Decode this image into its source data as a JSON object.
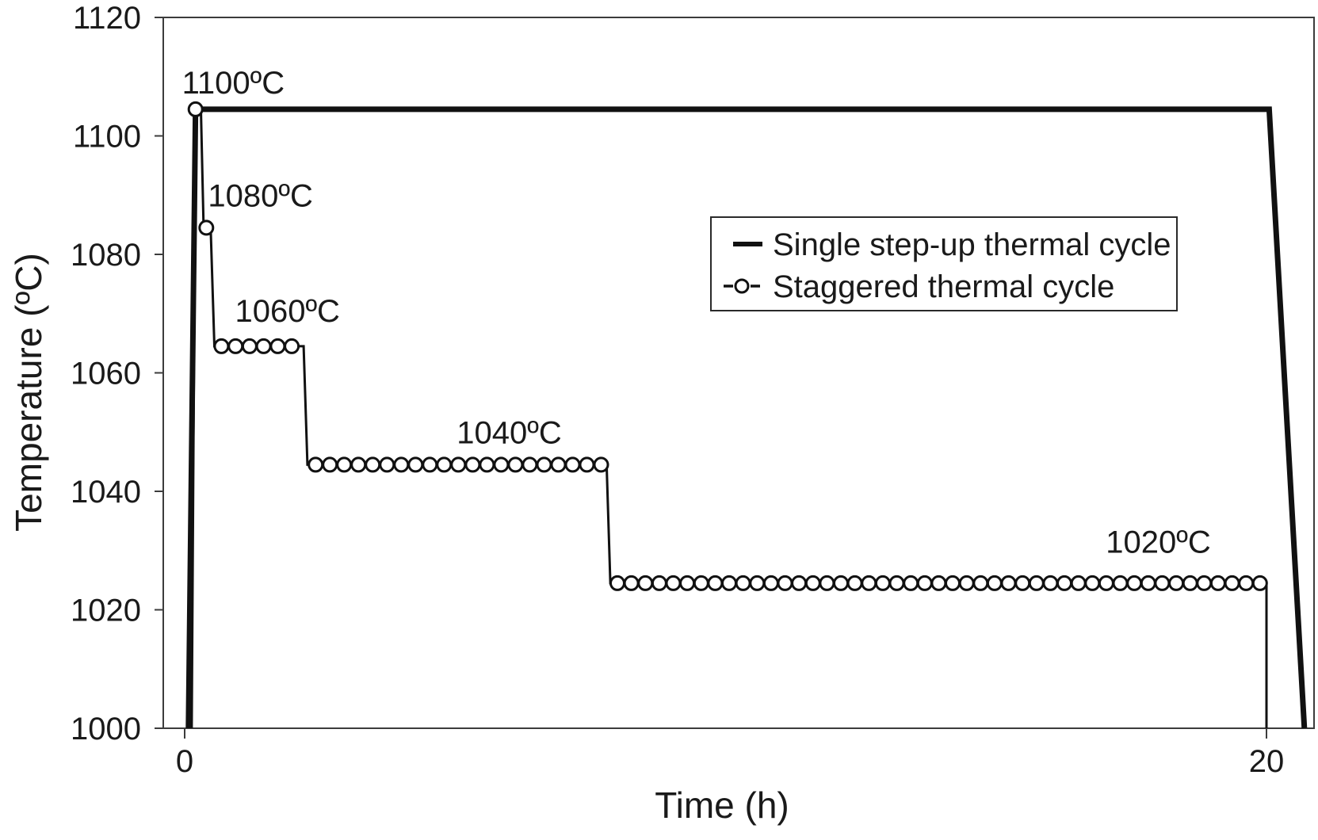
{
  "chart_data": {
    "type": "line",
    "title": "",
    "x_axis": {
      "label": "Time (h)",
      "ticks": [
        0,
        20
      ],
      "range": [
        0,
        20.9
      ],
      "grid": false
    },
    "y_axis": {
      "label": "Temperature (ºC)",
      "ticks": [
        1120,
        1100,
        1080,
        1060,
        1040,
        1020,
        1000
      ],
      "range": [
        1000,
        1120
      ],
      "grid": false
    },
    "series": [
      {
        "name": "Single step-up thermal cycle",
        "style": "solid-thick",
        "points": [
          [
            0.07,
            1000
          ],
          [
            0.2,
            1104.5
          ],
          [
            20.05,
            1104.5
          ],
          [
            20.7,
            1000
          ]
        ]
      },
      {
        "name": "Staggered thermal cycle",
        "style": "line-with-circle-markers",
        "points": [
          [
            0.13,
            1000
          ],
          [
            0.2,
            1104.5
          ],
          [
            0.3,
            1104.5
          ],
          [
            0.35,
            1084.5
          ],
          [
            0.48,
            1084.5
          ],
          [
            0.55,
            1064.5
          ],
          [
            2.2,
            1064.5
          ],
          [
            2.27,
            1044.5
          ],
          [
            7.8,
            1044.5
          ],
          [
            7.87,
            1024.5
          ],
          [
            20,
            1024.5
          ],
          [
            20,
            1000
          ]
        ],
        "marker_rows": [
          {
            "temp": 1104.5,
            "t_start": 0.2,
            "t_end": 0.2,
            "count": 1
          },
          {
            "temp": 1084.5,
            "t_start": 0.4,
            "t_end": 0.4,
            "count": 1
          },
          {
            "temp": 1064.5,
            "t_start": 0.68,
            "t_end": 1.98,
            "count": 6
          },
          {
            "temp": 1044.5,
            "t_start": 2.42,
            "t_end": 7.7,
            "count": 21
          },
          {
            "temp": 1024.5,
            "t_start": 8.0,
            "t_end": 19.88,
            "count": 47
          }
        ]
      }
    ],
    "annotations": [
      {
        "text": "1100ºC",
        "t": 0.9,
        "temp": 1109
      },
      {
        "text": "1080ºC",
        "t": 1.4,
        "temp": 1090
      },
      {
        "text": "1060ºC",
        "t": 1.9,
        "temp": 1070.5
      },
      {
        "text": "1040ºC",
        "t": 6.0,
        "temp": 1050
      },
      {
        "text": "1020ºC",
        "t": 18.0,
        "temp": 1031.5
      }
    ],
    "legend": {
      "position": "upper-middle-right",
      "items": [
        {
          "label": "Single step-up thermal cycle",
          "symbol": "solid-line"
        },
        {
          "label": "Staggered thermal cycle",
          "symbol": "dash-circle-dash"
        }
      ]
    },
    "colors": {
      "line": "#111111",
      "axis": "#3c3c3c",
      "text": "#1a1a1a",
      "marker_fill": "#ffffff",
      "background": "#ffffff"
    }
  }
}
